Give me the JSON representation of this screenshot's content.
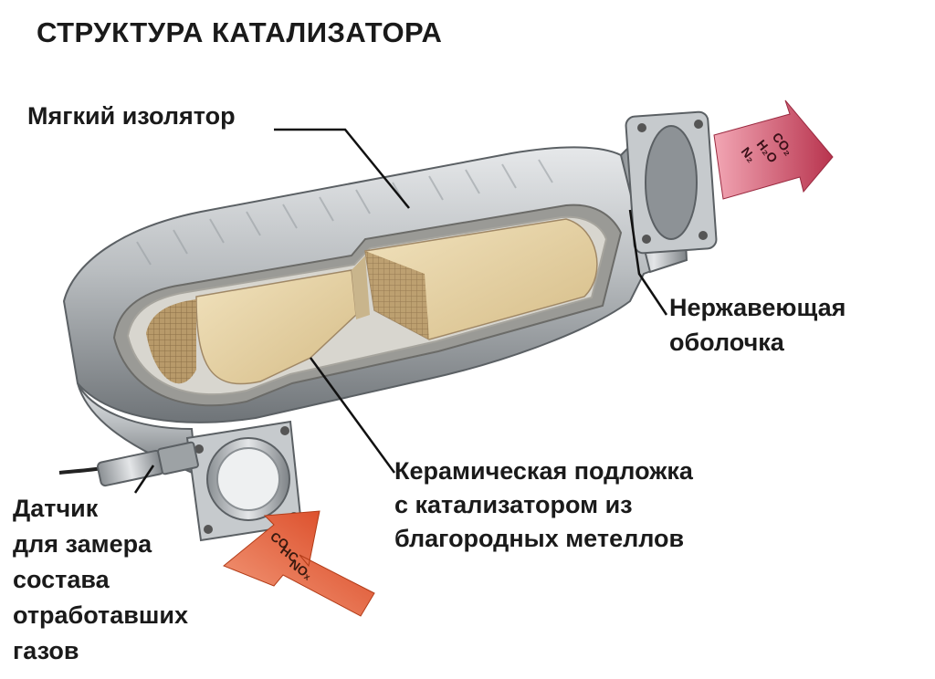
{
  "title": "СТРУКТУРА КАТАЛИЗАТОРА",
  "labels": {
    "insulator": "Мягкий изолятор",
    "shell": [
      "Нержавеющая",
      "оболочка"
    ],
    "ceramic": [
      "Керамическая подложка",
      "с катализатором из",
      "благородных метеллов"
    ],
    "sensor": [
      "Датчик",
      "для замера",
      "состава",
      "отработавших",
      "газов"
    ]
  },
  "gases": {
    "inlet": [
      "CO",
      "HC",
      "NOₓ"
    ],
    "outlet": [
      "CO₂",
      "H₂O",
      "N₂"
    ]
  },
  "colors": {
    "inlet_arrow": "#e0502a",
    "outlet_arrow": "#c0405a",
    "ceramic": "#e8d3a4",
    "steel": "#b8bcbf"
  }
}
